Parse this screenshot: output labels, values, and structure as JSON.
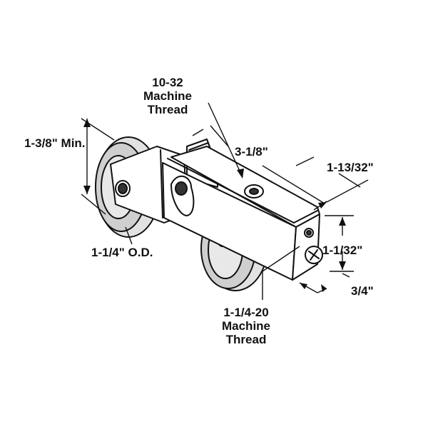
{
  "labels": {
    "top_thread": [
      "10-32",
      "Machine",
      "Thread"
    ],
    "height_min": "1-3/8\" Min.",
    "length": "3-1/8\"",
    "width_top": "1-13/32\"",
    "height_side": "1-1/32\"",
    "wheel_od": "1-1/4\" O.D.",
    "depth": "3/4\"",
    "bottom_thread": [
      "1-1/4-20",
      "Machine",
      "Thread"
    ]
  },
  "colors": {
    "ink": "#111111",
    "wheel_fill": "#dcdcdc",
    "housing_fill": "#ffffff",
    "hole_fill": "#333333"
  }
}
